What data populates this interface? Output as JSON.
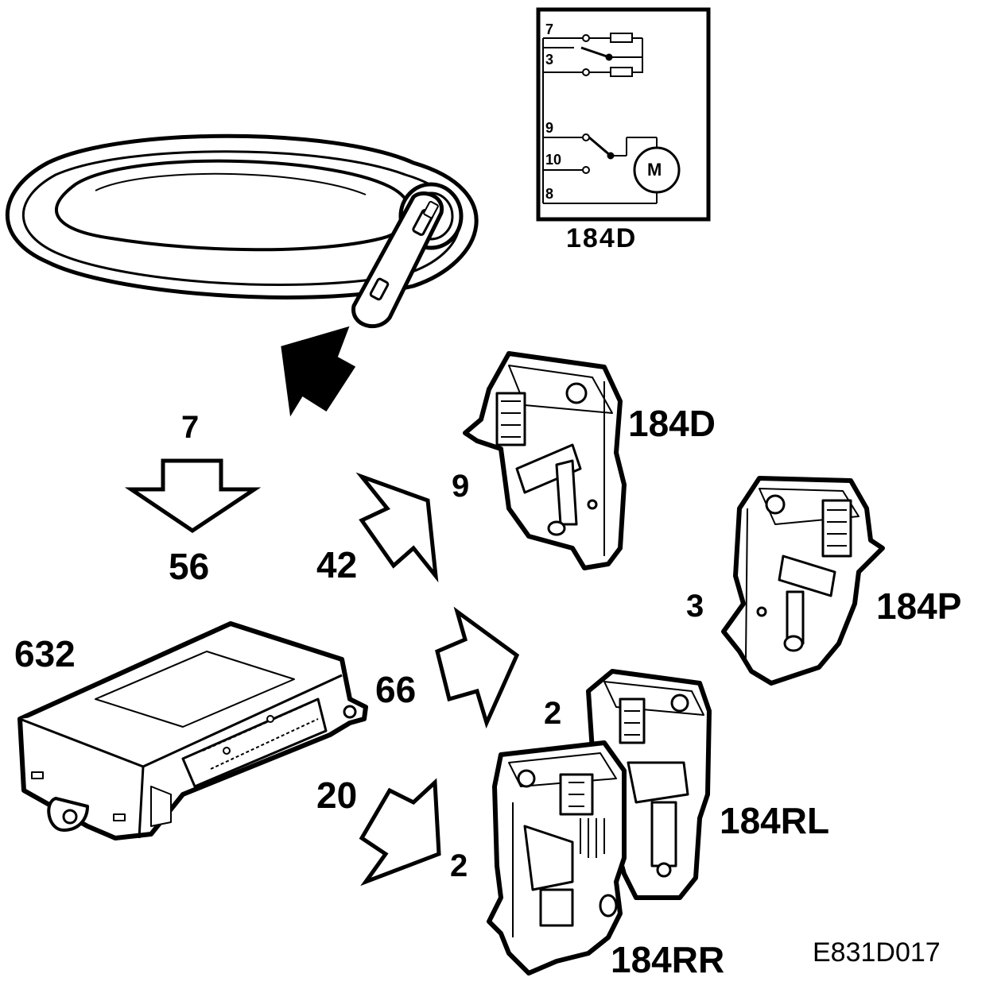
{
  "schematic": {
    "title": "184D",
    "pins": {
      "p7": "7",
      "p3": "3",
      "p9": "9",
      "p10": "10",
      "p8": "8"
    },
    "motor": "M"
  },
  "labels": {
    "arrow_open_top": "7",
    "arrow_open_bottom": "56",
    "control_unit": "632",
    "arrow_42": "42",
    "arrow_66": "66",
    "arrow_20": "20",
    "lock_front_left": "184D",
    "lock_front_left_pin": "9",
    "lock_passenger": "184P",
    "lock_passenger_pin": "3",
    "lock_rear_left": "184RL",
    "lock_rear_left_pin": "2",
    "lock_rear_right": "184RR",
    "lock_rear_right_pin": "2"
  },
  "figure_code": "E831D017"
}
